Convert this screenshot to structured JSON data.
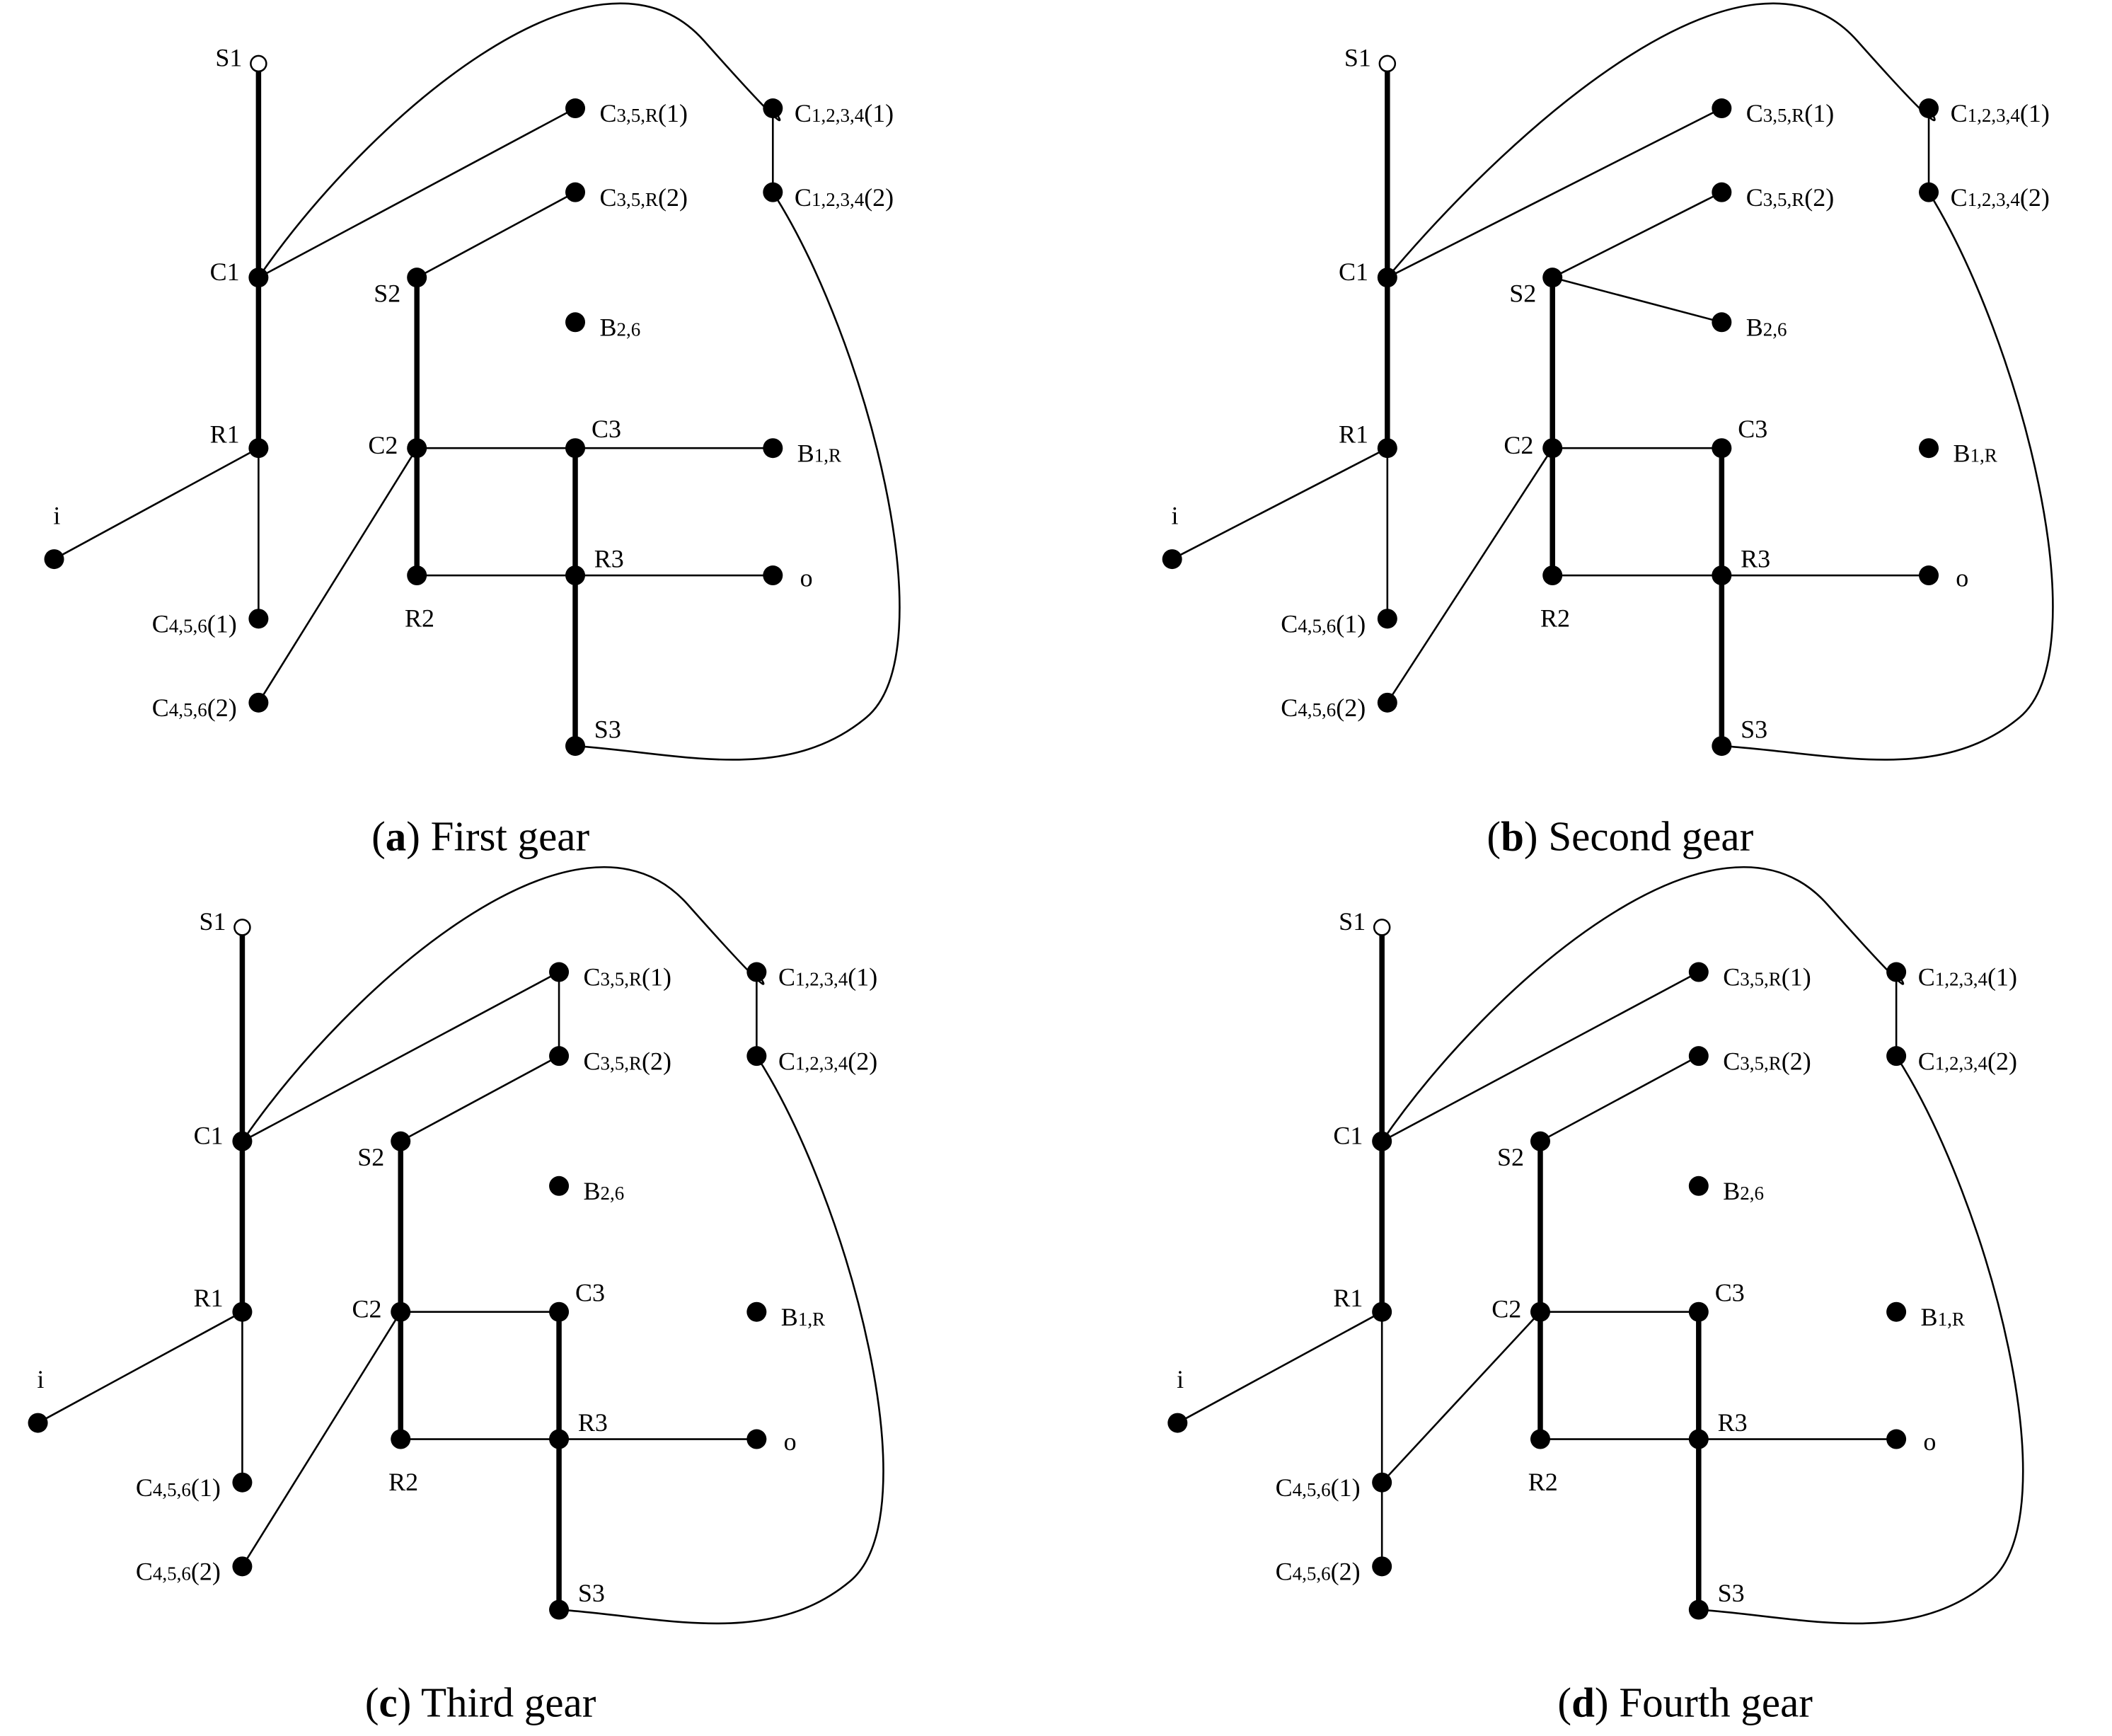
{
  "panels": [
    {
      "id": "a",
      "caption": {
        "open": "(",
        "letter": "a",
        "close": ")",
        "text": " First gear"
      },
      "edges": [
        [
          "S1",
          "C1",
          "thick"
        ],
        [
          "C1",
          "R1",
          "thick"
        ],
        [
          "R1",
          "C456_1",
          "thin"
        ],
        [
          "R1",
          "i",
          "thin"
        ],
        [
          "C1",
          "C35R_1",
          "thin"
        ],
        [
          "C1",
          "C1234_1",
          "curve"
        ],
        [
          "C1234_1",
          "C1234_2",
          "thin"
        ],
        [
          "C1234_2",
          "S3",
          "curve"
        ],
        [
          "S2",
          "C35R_2",
          "thin"
        ],
        [
          "S2",
          "C2",
          "thick"
        ],
        [
          "C2",
          "R2",
          "thick"
        ],
        [
          "C2",
          "C456_2",
          "thin"
        ],
        [
          "C2",
          "C3",
          "thin"
        ],
        [
          "C3",
          "B1R",
          "thin"
        ],
        [
          "C3",
          "R3",
          "thick"
        ],
        [
          "R3",
          "S3",
          "thick"
        ],
        [
          "R2",
          "R3",
          "thin"
        ],
        [
          "R3",
          "o",
          "thin"
        ]
      ]
    },
    {
      "id": "b",
      "caption": {
        "open": "(",
        "letter": "b",
        "close": ")",
        "text": " Second gear"
      },
      "edges": [
        [
          "S1",
          "C1",
          "thick"
        ],
        [
          "C1",
          "R1",
          "thick"
        ],
        [
          "R1",
          "C456_1",
          "thin"
        ],
        [
          "R1",
          "i",
          "thin"
        ],
        [
          "C1",
          "C35R_1",
          "thin"
        ],
        [
          "C1",
          "C1234_1",
          "curve"
        ],
        [
          "C1234_1",
          "C1234_2",
          "thin"
        ],
        [
          "C1234_2",
          "S3",
          "curve"
        ],
        [
          "S2",
          "C35R_2",
          "thin"
        ],
        [
          "S2",
          "B26",
          "thin"
        ],
        [
          "S2",
          "C2",
          "thick"
        ],
        [
          "C2",
          "R2",
          "thick"
        ],
        [
          "C2",
          "C456_2",
          "thin"
        ],
        [
          "C2",
          "C3",
          "thin"
        ],
        [
          "C3",
          "R3",
          "thick"
        ],
        [
          "R3",
          "S3",
          "thick"
        ],
        [
          "R2",
          "R3",
          "thin"
        ],
        [
          "R3",
          "o",
          "thin"
        ]
      ]
    },
    {
      "id": "c",
      "caption": {
        "open": "(",
        "letter": "c",
        "close": ")",
        "text": " Third gear"
      },
      "edges": [
        [
          "S1",
          "C1",
          "thick"
        ],
        [
          "C1",
          "R1",
          "thick"
        ],
        [
          "R1",
          "C456_1",
          "thin"
        ],
        [
          "R1",
          "i",
          "thin"
        ],
        [
          "C1",
          "C35R_1",
          "thin"
        ],
        [
          "C1",
          "C1234_1",
          "curve"
        ],
        [
          "C35R_1",
          "C35R_2",
          "thin"
        ],
        [
          "C1234_1",
          "C1234_2",
          "thin"
        ],
        [
          "C1234_2",
          "S3",
          "curve"
        ],
        [
          "S2",
          "C35R_2",
          "thin"
        ],
        [
          "S2",
          "C2",
          "thick"
        ],
        [
          "C2",
          "R2",
          "thick"
        ],
        [
          "C2",
          "C456_2",
          "thin"
        ],
        [
          "C2",
          "C3",
          "thin"
        ],
        [
          "C3",
          "R3",
          "thick"
        ],
        [
          "R3",
          "S3",
          "thick"
        ],
        [
          "R2",
          "R3",
          "thin"
        ],
        [
          "R3",
          "o",
          "thin"
        ]
      ]
    },
    {
      "id": "d",
      "caption": {
        "open": "(",
        "letter": "d",
        "close": ")",
        "text": " Fourth gear"
      },
      "edges": [
        [
          "S1",
          "C1",
          "thick"
        ],
        [
          "C1",
          "R1",
          "thick"
        ],
        [
          "R1",
          "C456_1",
          "thin"
        ],
        [
          "C456_1",
          "C456_2",
          "thin"
        ],
        [
          "R1",
          "i",
          "thin"
        ],
        [
          "C1",
          "C35R_1",
          "thin"
        ],
        [
          "C1",
          "C1234_1",
          "curve"
        ],
        [
          "C1234_1",
          "C1234_2",
          "thin"
        ],
        [
          "C1234_2",
          "S3",
          "curve"
        ],
        [
          "S2",
          "C35R_2",
          "thin"
        ],
        [
          "S2",
          "C2",
          "thick"
        ],
        [
          "C2",
          "R2",
          "thick"
        ],
        [
          "C2",
          "C456_1",
          "thin"
        ],
        [
          "C2",
          "C3",
          "thin"
        ],
        [
          "C3",
          "R3",
          "thick"
        ],
        [
          "R3",
          "S3",
          "thick"
        ],
        [
          "R2",
          "R3",
          "thin"
        ],
        [
          "R3",
          "o",
          "thin"
        ]
      ]
    }
  ],
  "nodes": {
    "S1": {
      "label": "S1",
      "open": true
    },
    "C1": {
      "label": "C1"
    },
    "R1": {
      "label": "R1"
    },
    "i": {
      "label": "i"
    },
    "C456_1": {
      "label": "C",
      "sub": "4,5,6",
      "suffix": "(1)"
    },
    "C456_2": {
      "label": "C",
      "sub": "4,5,6",
      "suffix": "(2)"
    },
    "S2": {
      "label": "S2"
    },
    "C2": {
      "label": "C2"
    },
    "R2": {
      "label": "R2"
    },
    "C3": {
      "label": "C3"
    },
    "R3": {
      "label": "R3"
    },
    "S3": {
      "label": "S3"
    },
    "C35R_1": {
      "label": "C",
      "sub": "3,5,R",
      "suffix": "(1)"
    },
    "C35R_2": {
      "label": "C",
      "sub": "3,5,R",
      "suffix": "(2)"
    },
    "B26": {
      "label": "B",
      "sub": "2,6"
    },
    "B1R": {
      "label": "B",
      "sub": "1,R"
    },
    "o": {
      "label": "o"
    },
    "C1234_1": {
      "label": "C",
      "sub": "1,2,3,4",
      "suffix": "(1)"
    },
    "C1234_2": {
      "label": "C",
      "sub": "1,2,3,4",
      "suffix": "(2)"
    }
  }
}
